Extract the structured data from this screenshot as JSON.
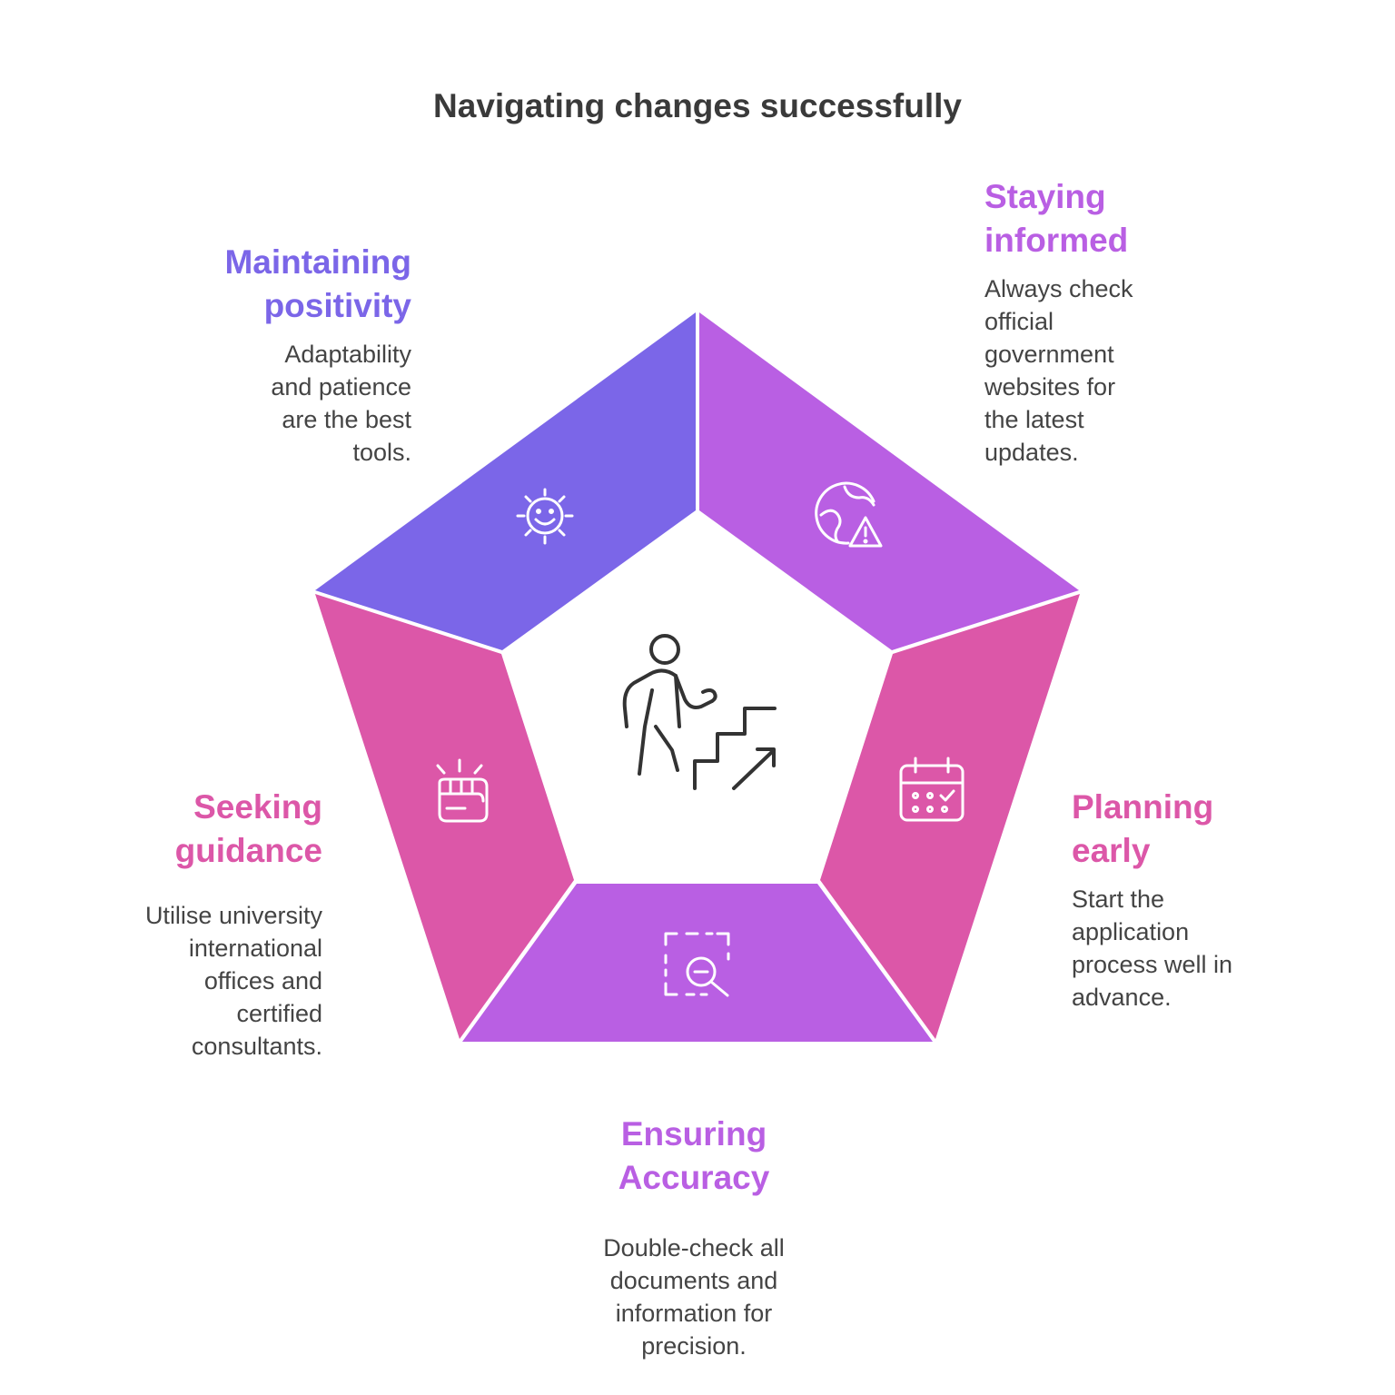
{
  "title": "Navigating changes successfully",
  "colors": {
    "indigo": "#7B66E8",
    "violet": "#B95FE3",
    "pink": "#DC57A8",
    "title": "#3a3a3a",
    "body": "#444444"
  },
  "segments": [
    {
      "id": "maintaining",
      "heading": [
        "Maintaining",
        "positivity"
      ],
      "body": [
        "Adaptability",
        "and patience",
        "are the best",
        "tools."
      ],
      "icon": "sun-smile-icon",
      "color": "#7B66E8"
    },
    {
      "id": "staying",
      "heading": [
        "Staying",
        "informed"
      ],
      "body": [
        "Always check",
        "official",
        "government",
        "websites for",
        "the latest",
        "updates."
      ],
      "icon": "globe-warning-icon",
      "color": "#B95FE3"
    },
    {
      "id": "planning",
      "heading": [
        "Planning",
        "early"
      ],
      "body": [
        "Start the",
        "application",
        "process well in",
        "advance."
      ],
      "icon": "calendar-check-icon",
      "color": "#DC57A8"
    },
    {
      "id": "ensuring",
      "heading": [
        "Ensuring",
        "Accuracy"
      ],
      "body": [
        "Double-check all",
        "documents and",
        "information for",
        "precision."
      ],
      "icon": "zoom-out-frame-icon",
      "color": "#B95FE3"
    },
    {
      "id": "seeking",
      "heading": [
        "Seeking",
        "guidance"
      ],
      "body": [
        "Utilise university",
        "international",
        "offices and",
        "certified",
        "consultants."
      ],
      "icon": "fist-bump-icon",
      "color": "#DC57A8"
    }
  ],
  "center_icon": "person-climbing-stairs-icon"
}
